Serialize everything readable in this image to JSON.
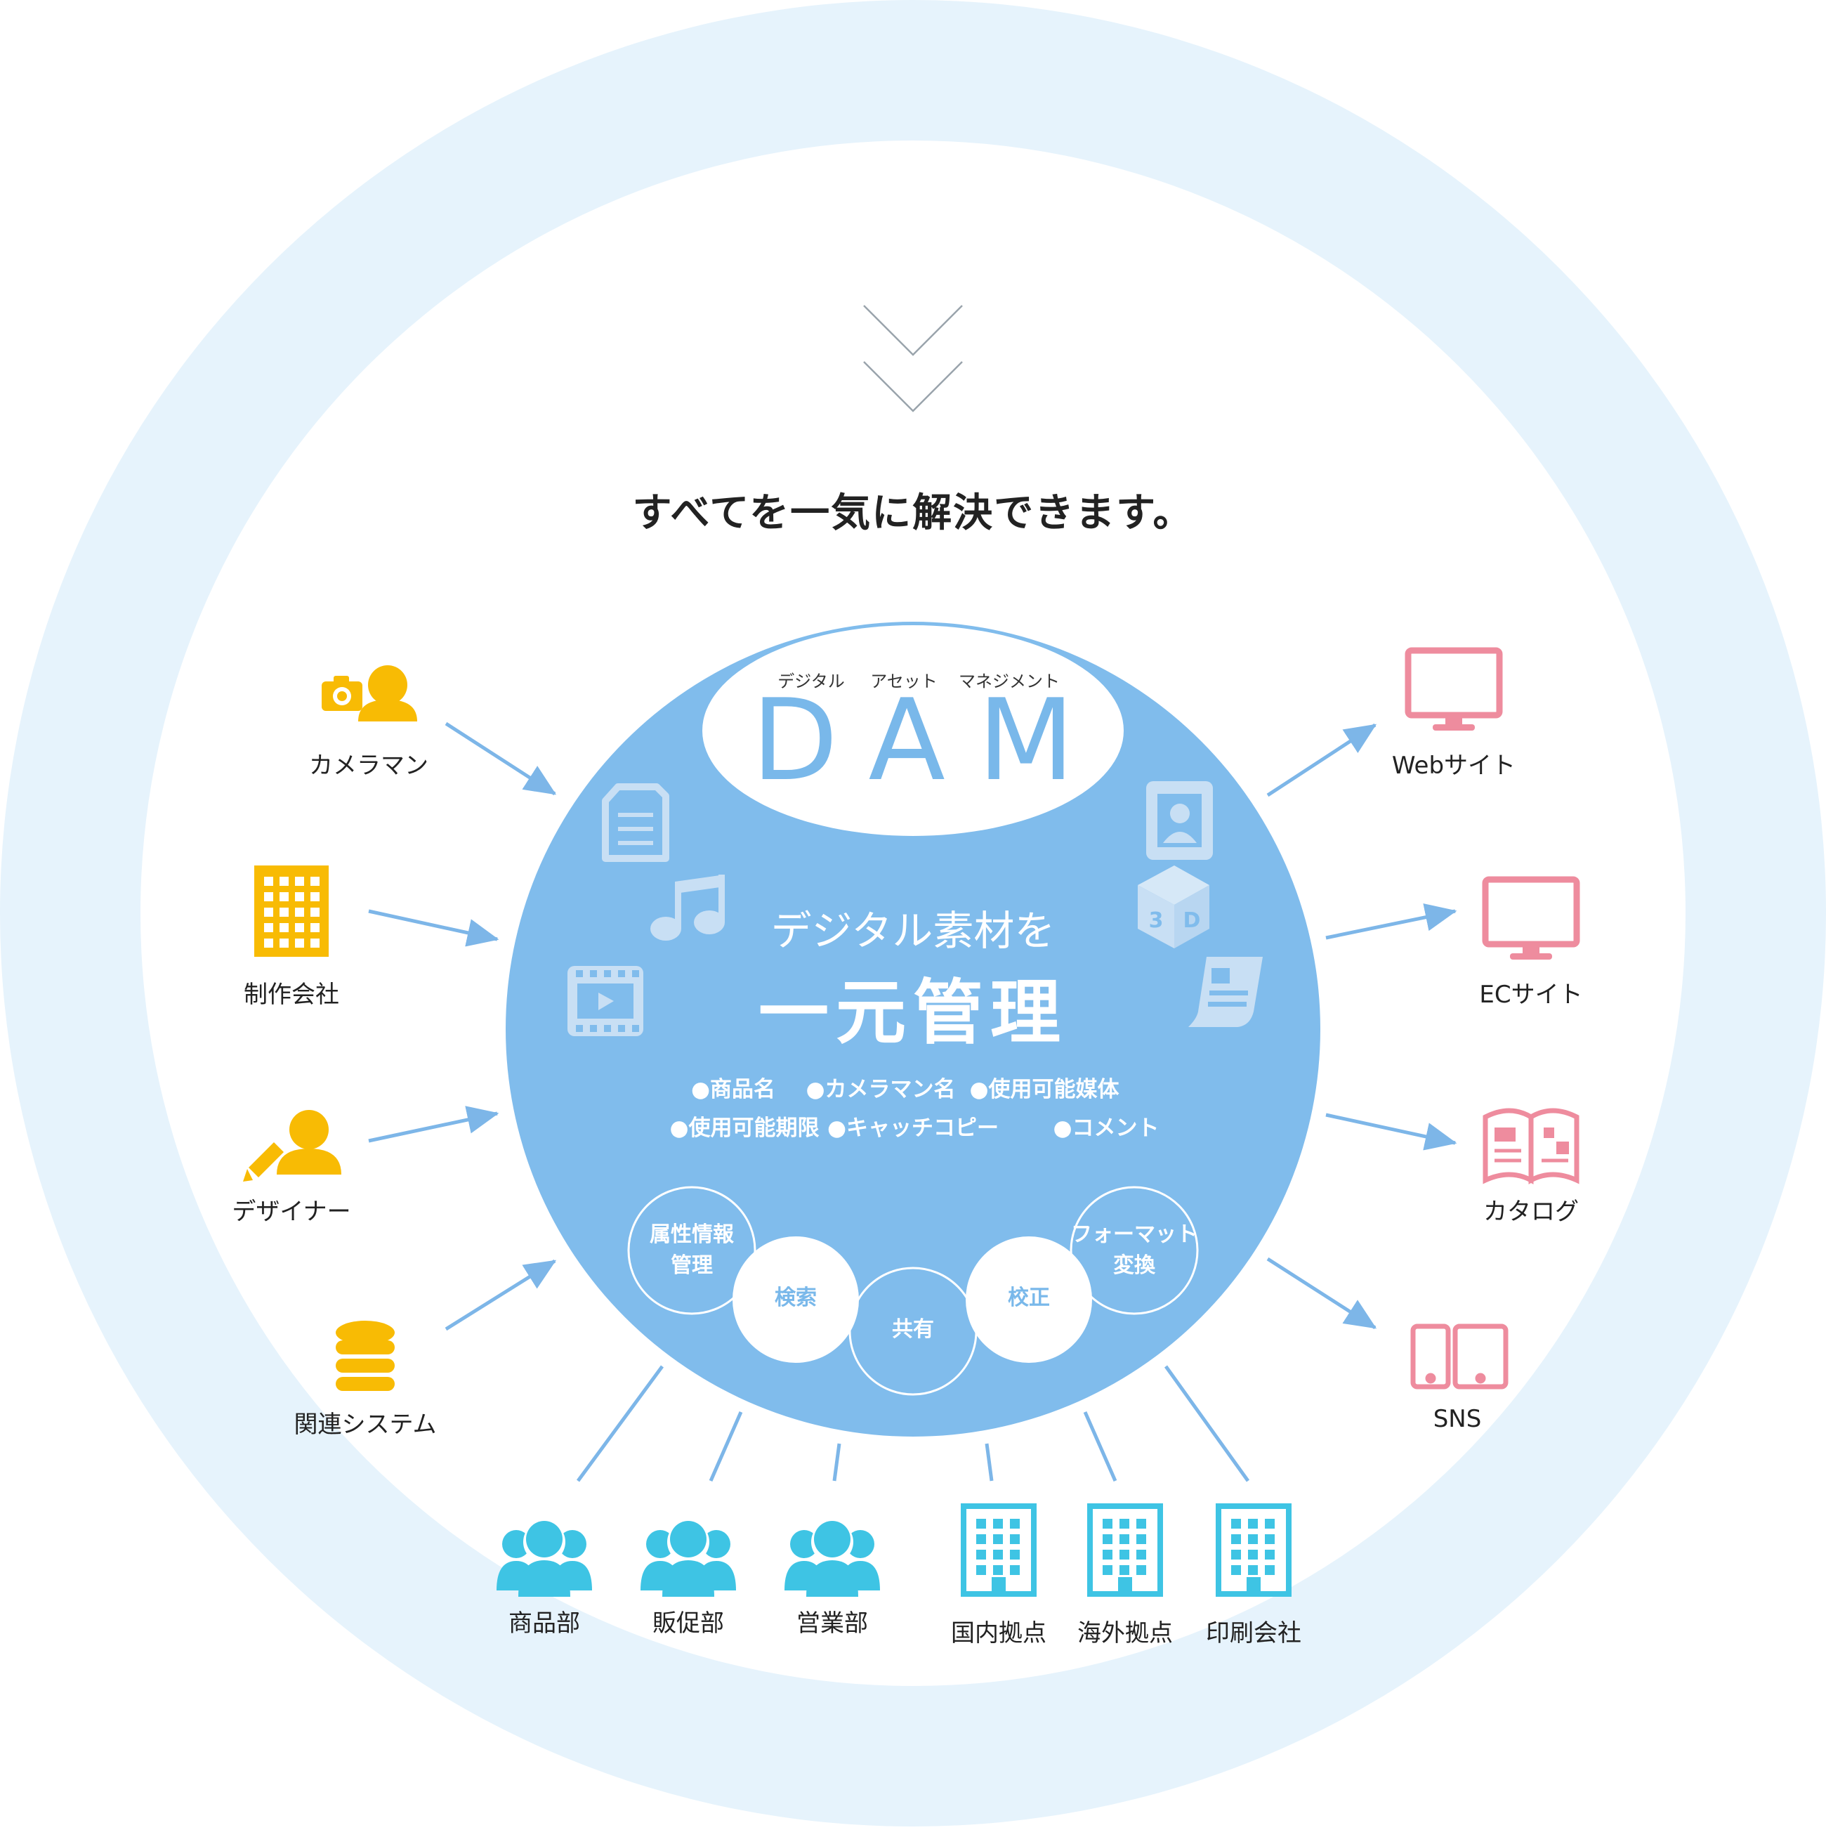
{
  "headline": "すべてを一気に解決できます。",
  "dam": {
    "ruby_digital": "デジタル",
    "ruby_asset": "アセット",
    "ruby_management": "マネジメント",
    "logo": "DAM"
  },
  "center": {
    "line1": "デジタル素材を",
    "line2": "一元管理"
  },
  "attributes": {
    "row1": [
      "●商品名",
      "●カメラマン名",
      "●使用可能媒体"
    ],
    "row2": [
      "●使用可能期限",
      "●キャッチコピー",
      "●コメント"
    ]
  },
  "functions": {
    "attr_mgmt_1": "属性情報",
    "attr_mgmt_2": "管理",
    "search": "検索",
    "share": "共有",
    "proof": "校正",
    "format_1": "フォーマット",
    "format_2": "変換"
  },
  "inputs": [
    "カメラマン",
    "制作会社",
    "デザイナー",
    "関連システム"
  ],
  "outputs": [
    "Webサイト",
    "ECサイト",
    "カタログ",
    "SNS"
  ],
  "users": [
    "商品部",
    "販促部",
    "営業部",
    "国内拠点",
    "海外拠点",
    "印刷会社"
  ],
  "icons": {
    "inputs": [
      "camera-person-icon",
      "building-icon",
      "designer-pencil-person-icon",
      "database-icon"
    ],
    "outputs": [
      "monitor-icon",
      "monitor-icon",
      "catalog-book-icon",
      "smartphone-tablet-icon"
    ],
    "users": [
      "group-icon",
      "group-icon",
      "group-icon",
      "building-icon",
      "building-icon",
      "building-icon"
    ],
    "assets": [
      "document-icon",
      "music-note-icon",
      "video-icon",
      "profile-card-icon",
      "cube-3d-icon",
      "scroll-icon"
    ]
  },
  "colors": {
    "outer_ring": "#e6f3fc",
    "hub": "#80bcec",
    "dam_text": "#79b8ea",
    "inputs": "#f8bb04",
    "outputs": "#ee8c9e",
    "users": "#3ec4e4",
    "arrows": "#7db6e8",
    "chevron": "#9aa4ac"
  }
}
